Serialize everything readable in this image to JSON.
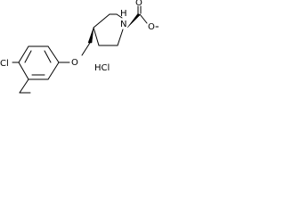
{
  "molecule": {
    "atom_labels": {
      "ring_nitrogen": "N",
      "nitrogen_hydrogen": "H",
      "carbonyl_oxygen": "O",
      "ester_oxygen": "O",
      "ether_oxygen": "O",
      "chlorine": "Cl"
    },
    "salt": "HCl"
  }
}
